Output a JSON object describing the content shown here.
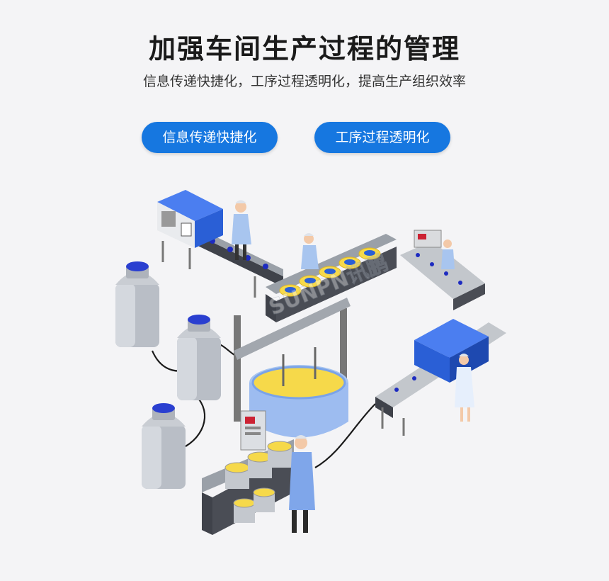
{
  "header": {
    "title": "加强车间生产过程的管理",
    "subtitle": "信息传递快捷化，工序过程透明化，提高生产组织效率"
  },
  "pills": [
    {
      "label": "信息传递快捷化"
    },
    {
      "label": "工序过程透明化"
    }
  ],
  "watermark": {
    "text": "SUNPN讯鹏"
  },
  "colors": {
    "accent": "#1677e0",
    "machine_blue": "#2a5fd6",
    "cheese_yellow": "#f6d94a",
    "tank_gray": "#c9cdd3",
    "belt_dark": "#4a4d55"
  }
}
